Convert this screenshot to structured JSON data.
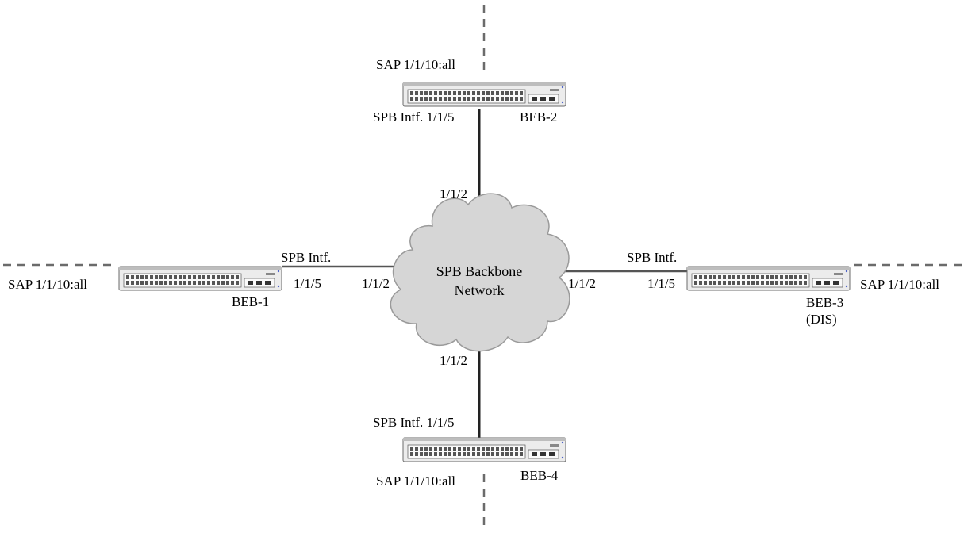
{
  "diagram": {
    "cloud": {
      "line1": "SPB Backbone",
      "line2": "Network"
    },
    "nodes": {
      "beb1": {
        "name": "BEB-1",
        "sap": "SAP 1/1/10:all",
        "spb_intf": "SPB Intf.",
        "local_port": "1/1/5",
        "backbone_port": "1/1/2"
      },
      "beb2": {
        "name": "BEB-2",
        "sap": "SAP 1/1/10:all",
        "spb_intf": "SPB Intf. 1/1/5",
        "backbone_port": "1/1/2"
      },
      "beb3": {
        "name": "BEB-3",
        "role": "(DIS)",
        "sap": "SAP 1/1/10:all",
        "spb_intf": "SPB Intf.",
        "local_port": "1/1/5",
        "backbone_port": "1/1/2"
      },
      "beb4": {
        "name": "BEB-4",
        "sap": "SAP 1/1/10:all",
        "spb_intf": "SPB Intf. 1/1/5",
        "backbone_port": "1/1/2"
      }
    },
    "colors": {
      "cloud_fill": "#d6d6d6",
      "cloud_stroke": "#9a9a9a",
      "switch_body": "#e9e9e9",
      "switch_stroke": "#6b6b6b",
      "link": "#222222",
      "sap_dash": "#777777"
    },
    "icons": [
      "switch-icon",
      "cloud-icon"
    ]
  }
}
